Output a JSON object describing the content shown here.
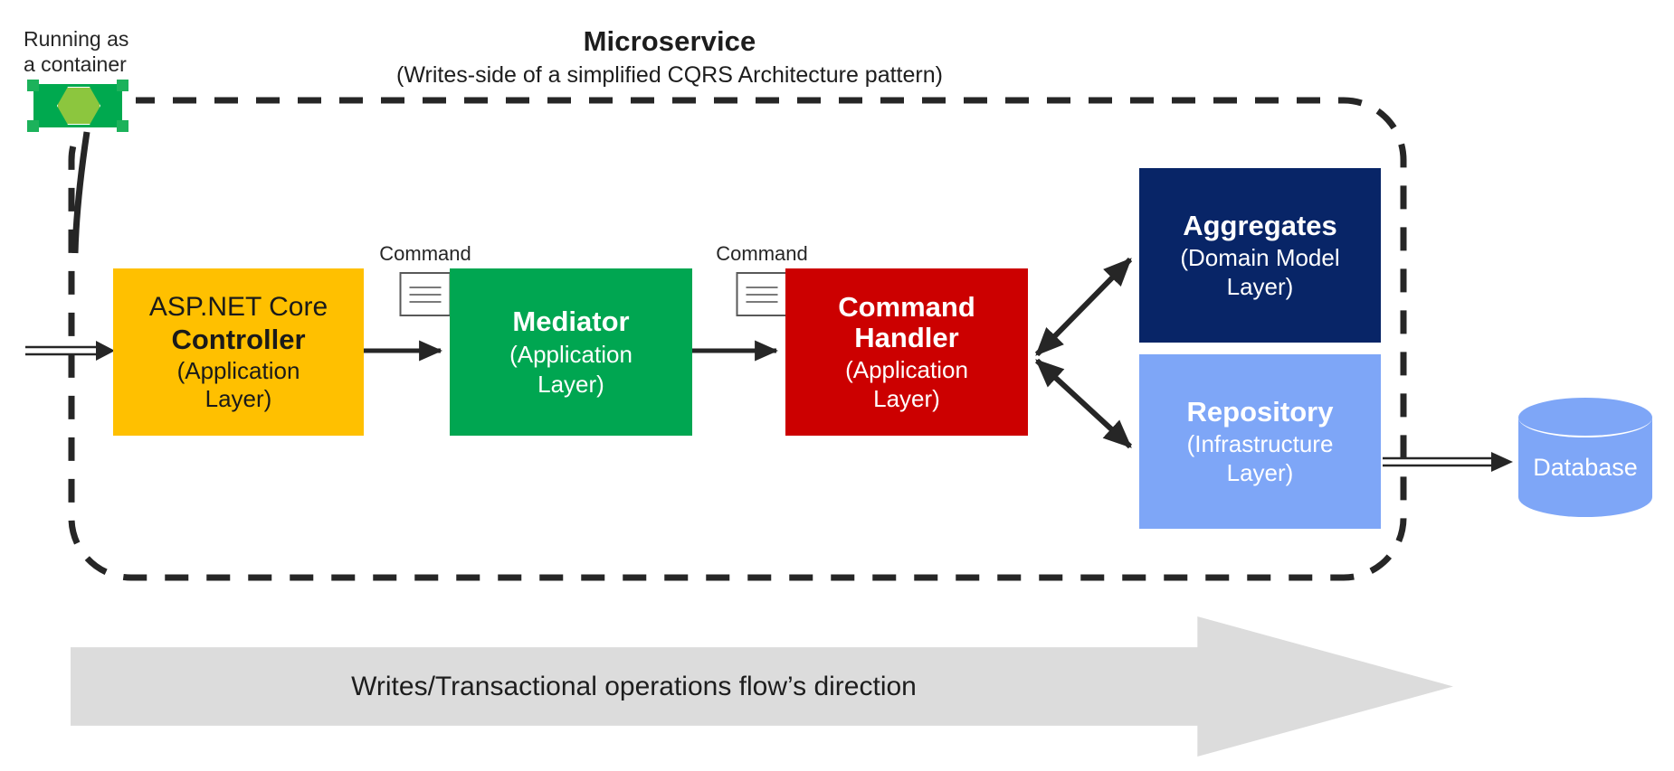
{
  "diagram": {
    "title": "Microservice",
    "subtitle": "(Writes-side of a simplified CQRS Architecture pattern)"
  },
  "container_note": {
    "line1": "Running as",
    "line2": "a container",
    "icon": "container-icon"
  },
  "nodes": {
    "controller": {
      "line1": "ASP.NET Core",
      "line2": "Controller",
      "line3": "(Application",
      "line4": "Layer)",
      "color": "#FFC000",
      "text_color": "#1a1a1a"
    },
    "mediator": {
      "line1": "Mediator",
      "line2": "(Application",
      "line3": "Layer)",
      "color": "#00A651",
      "text_color": "#ffffff"
    },
    "command_handler": {
      "line1": "Command",
      "line2": "Handler",
      "line3": "(Application",
      "line4": "Layer)",
      "color": "#CC0000",
      "text_color": "#ffffff"
    },
    "aggregates": {
      "line1": "Aggregates",
      "line2": "(Domain Model",
      "line3": "Layer)",
      "color": "#082567",
      "text_color": "#ffffff"
    },
    "repository": {
      "line1": "Repository",
      "line2": "(Infrastructure",
      "line3": "Layer)",
      "color": "#7EA6F7",
      "text_color": "#ffffff"
    },
    "database": {
      "label": "Database",
      "color": "#7EA6F7",
      "text_color": "#ffffff"
    }
  },
  "edges": {
    "command_1_label": "Command",
    "command_2_label": "Command"
  },
  "flow_banner": {
    "label": "Writes/Transactional operations flow’s direction",
    "color": "#DCDCDC"
  },
  "boundary": {
    "style": "dashed-rounded-rectangle",
    "color": "#262626"
  }
}
